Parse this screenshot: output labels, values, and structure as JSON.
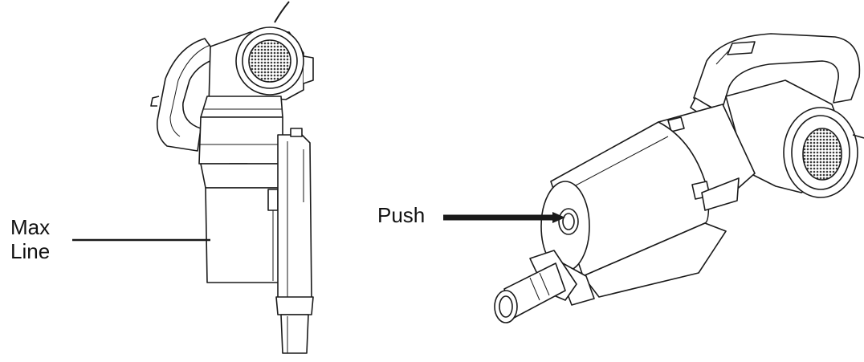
{
  "labels": {
    "max_line_1": "Max",
    "max_line_2": "Line",
    "push": "Push"
  },
  "colors": {
    "line": "#1a1a1a",
    "fill": "#ffffff",
    "mesh": "#3a3a3a",
    "background": "#ffffff"
  }
}
